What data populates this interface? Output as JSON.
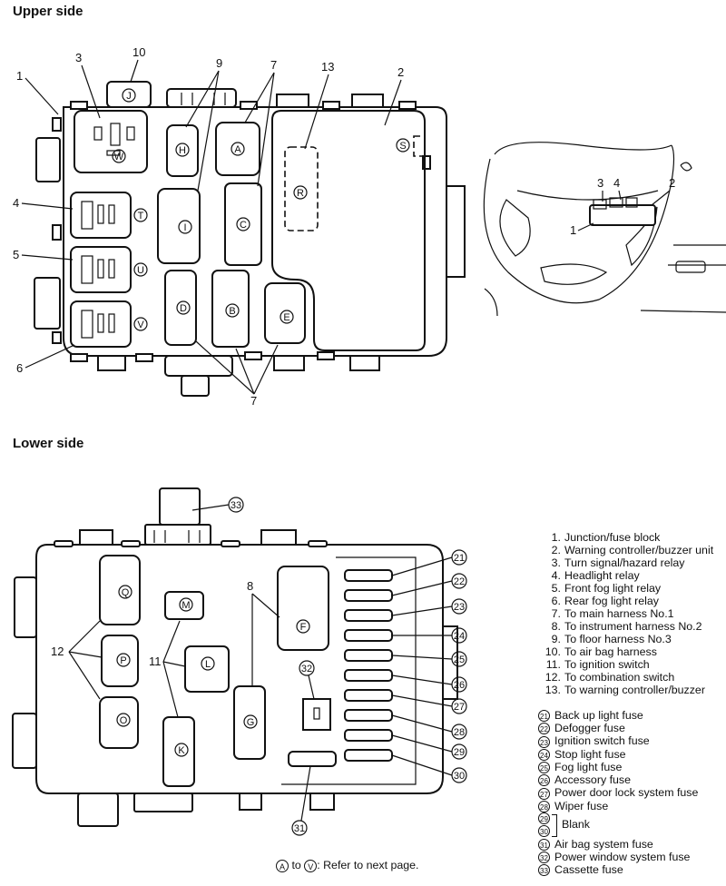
{
  "sections": {
    "upper_title": "Upper side",
    "lower_title": "Lower side"
  },
  "upper_callouts": {
    "c1": "1",
    "c2": "2",
    "c3": "3",
    "c4": "4",
    "c5": "5",
    "c6": "6",
    "c7a": "7",
    "c7b": "7",
    "c9": "9",
    "c10": "10",
    "c13": "13"
  },
  "upper_connectors": {
    "A": "A",
    "B": "B",
    "C": "C",
    "D": "D",
    "E": "E",
    "H": "H",
    "I": "I",
    "J": "J",
    "R": "R",
    "S": "S",
    "T": "T",
    "U": "U",
    "V": "V",
    "W": "W"
  },
  "inset_callouts": {
    "c1": "1",
    "c2": "2",
    "c3": "3",
    "c4": "4"
  },
  "lower_callouts": {
    "c8": "8",
    "c11": "11",
    "c12": "12",
    "f21": "21",
    "f22": "22",
    "f23": "23",
    "f24": "24",
    "f25": "25",
    "f26": "26",
    "f27": "27",
    "f28": "28",
    "f29": "29",
    "f30": "30",
    "f31": "31",
    "f32": "32",
    "f33": "33"
  },
  "lower_connectors": {
    "F": "F",
    "G": "G",
    "K": "K",
    "L": "L",
    "M": "M",
    "O": "O",
    "P": "P",
    "Q": "Q"
  },
  "legend_components": [
    {
      "num": "1.",
      "label": "Junction/fuse block"
    },
    {
      "num": "2.",
      "label": "Warning controller/buzzer unit"
    },
    {
      "num": "3.",
      "label": "Turn signal/hazard relay"
    },
    {
      "num": "4.",
      "label": "Headlight relay"
    },
    {
      "num": "5.",
      "label": "Front fog light relay"
    },
    {
      "num": "6.",
      "label": "Rear fog light relay"
    },
    {
      "num": "7.",
      "label": "To main harness No.1"
    },
    {
      "num": "8.",
      "label": "To instrument harness No.2"
    },
    {
      "num": "9.",
      "label": "To floor harness No.3"
    },
    {
      "num": "10.",
      "label": "To air bag harness"
    },
    {
      "num": "11.",
      "label": "To ignition switch"
    },
    {
      "num": "12.",
      "label": "To combination switch"
    },
    {
      "num": "13.",
      "label": "To warning controller/buzzer"
    }
  ],
  "legend_fuses": [
    {
      "num": "21",
      "label": "Back up light fuse"
    },
    {
      "num": "22",
      "label": "Defogger fuse"
    },
    {
      "num": "23",
      "label": "Ignition switch fuse"
    },
    {
      "num": "24",
      "label": "Stop light fuse"
    },
    {
      "num": "25",
      "label": "Fog light fuse"
    },
    {
      "num": "26",
      "label": "Accessory fuse"
    },
    {
      "num": "27",
      "label": "Power door lock system fuse"
    },
    {
      "num": "28",
      "label": "Wiper fuse"
    }
  ],
  "legend_blank": {
    "nums": [
      "29",
      "30"
    ],
    "label": "Blank"
  },
  "legend_fuses_tail": [
    {
      "num": "31",
      "label": "Air bag system fuse"
    },
    {
      "num": "32",
      "label": "Power window system fuse"
    },
    {
      "num": "33",
      "label": "Cassette fuse"
    }
  ],
  "footnote": {
    "from": "A",
    "mid": " to ",
    "to": "V",
    "text": ": Refer to next page."
  }
}
